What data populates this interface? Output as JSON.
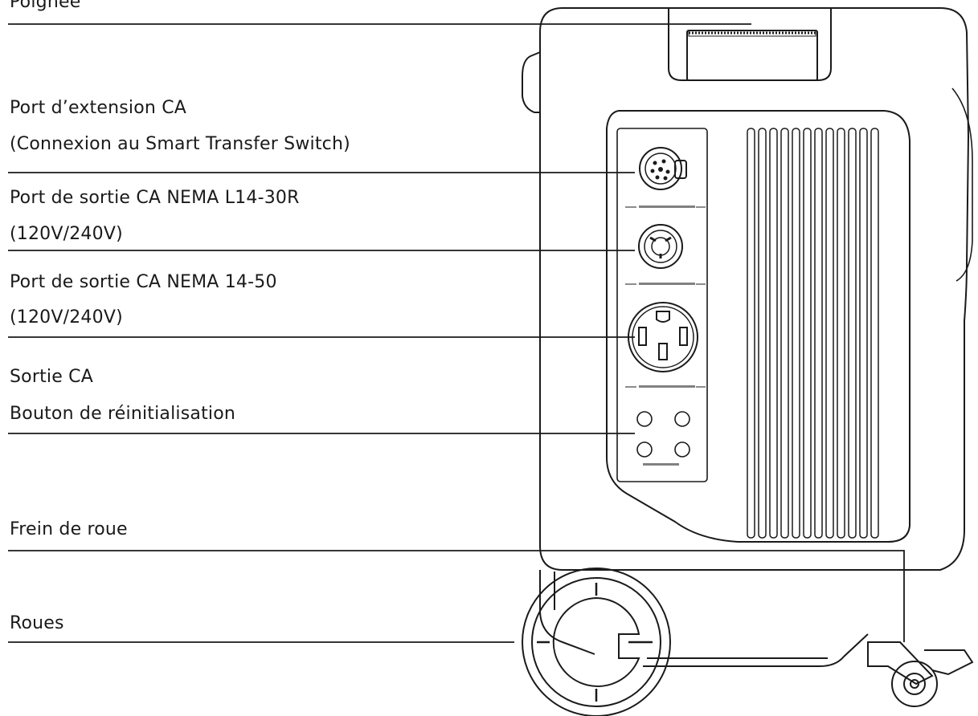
{
  "labels": {
    "handle": "Poignée",
    "ac_expansion_line1": "Port d’extension CA",
    "ac_expansion_line2": "(Connexion au Smart Transfer Switch)",
    "l14_line1": "Port de sortie CA NEMA L14-30R",
    "l14_line2": "(120V/240V)",
    "nema1450_line1": "Port de sortie CA NEMA 14-50",
    "nema1450_line2": "(120V/240V)",
    "reset_line1": "Sortie CA",
    "reset_line2": "Bouton de réinitialisation",
    "wheel_brake": "Frein de roue",
    "wheels": "Roues"
  }
}
